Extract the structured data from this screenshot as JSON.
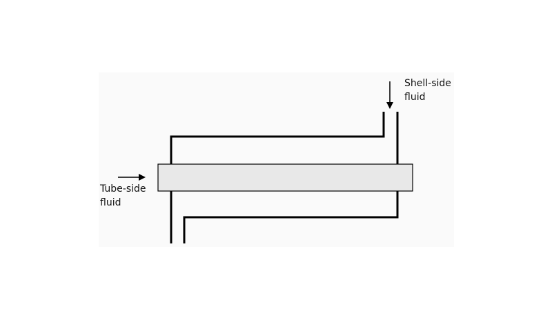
{
  "diagram": {
    "type": "double-pipe heat exchanger schematic",
    "labels": {
      "shell_side": {
        "line1": "Shell-side",
        "line2": "fluid"
      },
      "tube_side": {
        "line1": "Tube-side",
        "line2": "fluid"
      }
    },
    "colors": {
      "panel": "#fafafa",
      "tube_fill": "#e8e8e8",
      "stroke": "#000000",
      "text": "#111111"
    }
  }
}
